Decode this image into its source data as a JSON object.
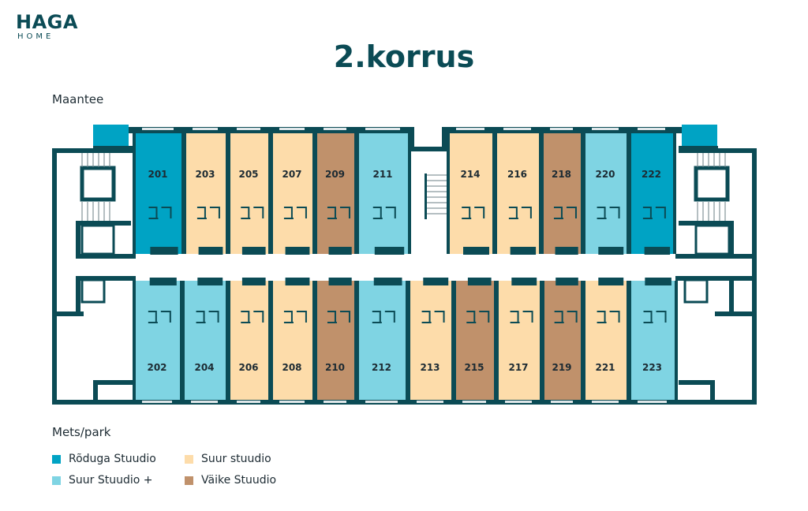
{
  "logo": {
    "name": "HAGA",
    "sub": "HOME"
  },
  "title": "2.korrus",
  "labels": {
    "top": "Maantee",
    "bottom": "Mets/park"
  },
  "colors": {
    "roduga": "#00a3c4",
    "suur_plus": "#7fd4e3",
    "suur": "#fddcaa",
    "vaike": "#c0916b",
    "wall": "#0b4b55"
  },
  "legend": [
    {
      "key": "roduga",
      "label": "Rõduga Stuudio"
    },
    {
      "key": "suur",
      "label": "Suur stuudio"
    },
    {
      "key": "suur_plus",
      "label": "Suur Stuudio +"
    },
    {
      "key": "vaike",
      "label": "Väike Stuudio"
    }
  ],
  "units_top": [
    {
      "number": "201",
      "type": "roduga"
    },
    {
      "number": "203",
      "type": "suur"
    },
    {
      "number": "205",
      "type": "suur"
    },
    {
      "number": "207",
      "type": "suur"
    },
    {
      "number": "209",
      "type": "vaike"
    },
    {
      "number": "211",
      "type": "suur_plus"
    },
    {
      "number": "214",
      "type": "suur"
    },
    {
      "number": "216",
      "type": "suur"
    },
    {
      "number": "218",
      "type": "vaike"
    },
    {
      "number": "220",
      "type": "suur_plus"
    },
    {
      "number": "222",
      "type": "roduga"
    }
  ],
  "units_bottom": [
    {
      "number": "202",
      "type": "suur_plus"
    },
    {
      "number": "204",
      "type": "suur_plus"
    },
    {
      "number": "206",
      "type": "suur"
    },
    {
      "number": "208",
      "type": "suur"
    },
    {
      "number": "210",
      "type": "vaike"
    },
    {
      "number": "212",
      "type": "suur_plus"
    },
    {
      "number": "213",
      "type": "suur"
    },
    {
      "number": "215",
      "type": "vaike"
    },
    {
      "number": "217",
      "type": "suur"
    },
    {
      "number": "219",
      "type": "vaike"
    },
    {
      "number": "221",
      "type": "suur"
    },
    {
      "number": "223",
      "type": "suur_plus"
    }
  ]
}
